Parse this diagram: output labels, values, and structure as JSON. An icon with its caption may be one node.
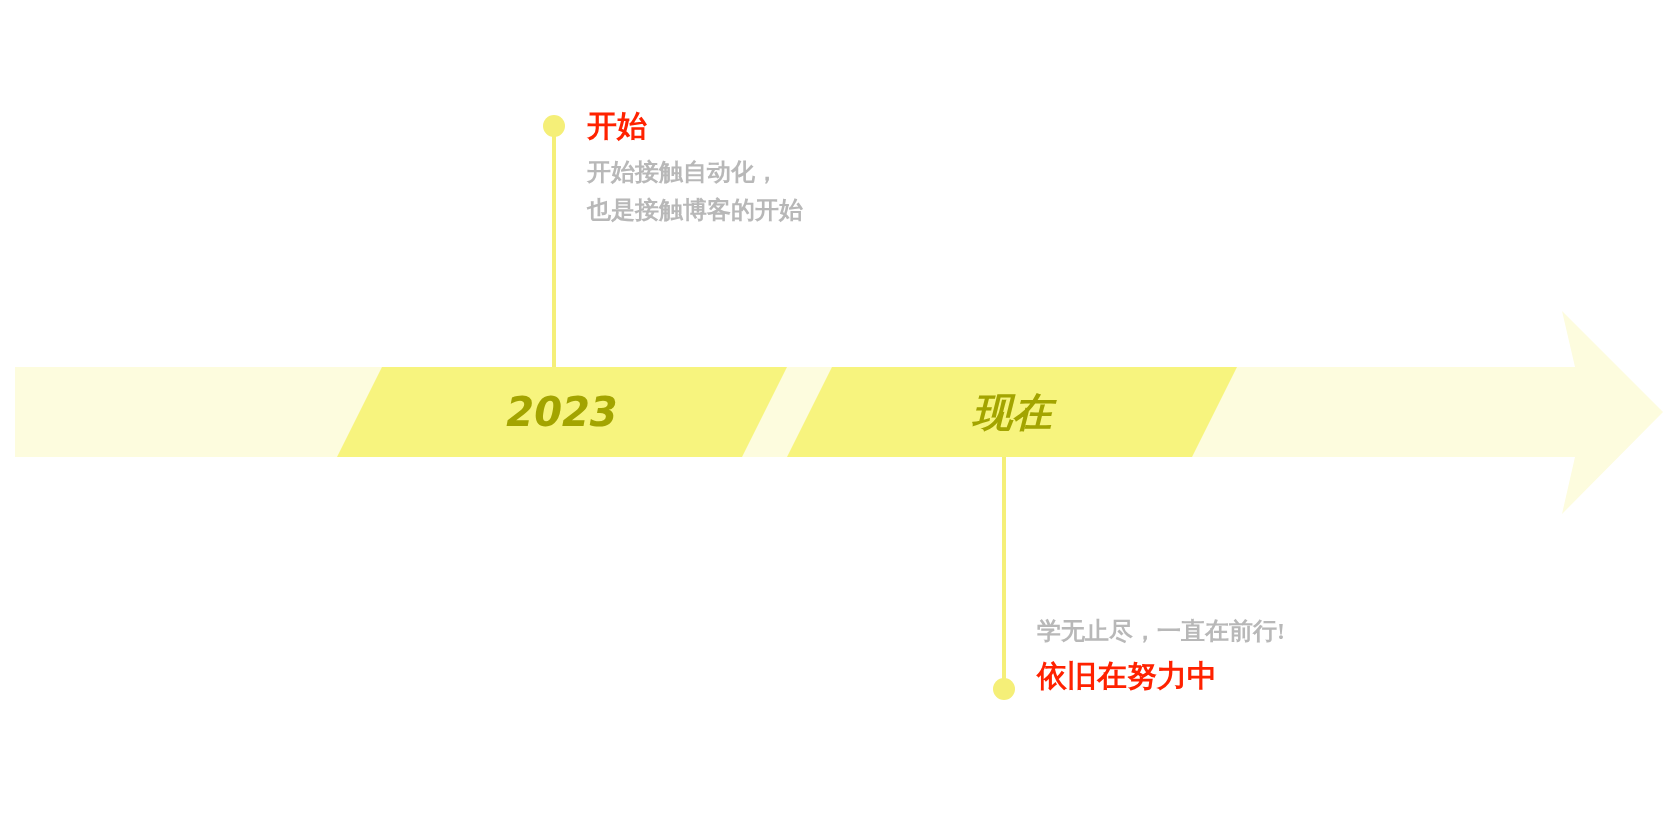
{
  "diagram": {
    "nodes": [
      {
        "text": [
          "2023"
        ]
      },
      {
        "text": [
          "现在"
        ]
      },
      {
        "text": [
          "开始",
          "开始接触自动化，也是接触博客的开始"
        ]
      },
      {
        "text": [
          "学无止尽，一直在前行!",
          "依旧在努力中"
        ]
      }
    ],
    "edges": [
      {
        "from": 2,
        "to": 0,
        "arrow": "other"
      },
      {
        "from": 3,
        "to": 1,
        "arrow": "other"
      }
    ]
  }
}
